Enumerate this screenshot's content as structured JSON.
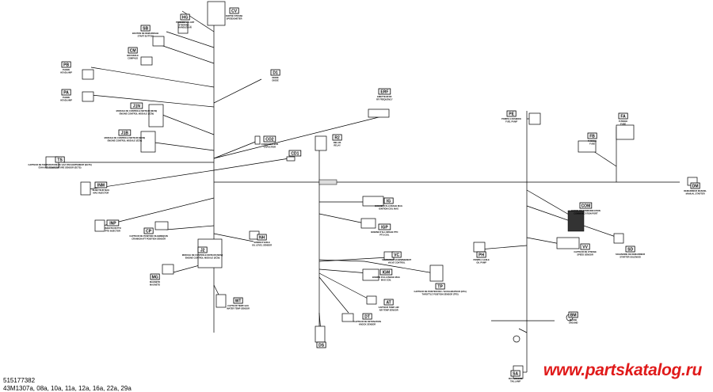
{
  "footer": {
    "part_number": "515177382",
    "model_line": "43M1307a, 08a, 10a, 11a, 12a, 16a, 22a, 29a"
  },
  "watermark": "www.partskatalog.ru",
  "colors": {
    "watermark": "#e01a1a",
    "line": "#000000"
  },
  "components": [
    {
      "id": "CV",
      "lines": [
        "SORTIE VITESSE",
        "SPEEDOMETER"
      ]
    },
    {
      "id": "HG",
      "lines": [
        "POIGNEE VOLANT",
        "STEERING ...",
        "HANDLEBAR"
      ]
    },
    {
      "id": "SB",
      "lines": [
        "BOUTON DE DEMARRAGE",
        "START BUTTON"
      ]
    },
    {
      "id": "CM",
      "lines": [
        "BOUSSOLE",
        "COMPASS"
      ]
    },
    {
      "id": "PB",
      "lines": [
        "PHARE",
        "HEADLAMP"
      ]
    },
    {
      "id": "PA",
      "lines": [
        "PHARE",
        "HEADLAMP"
      ]
    },
    {
      "id": "D1",
      "lines": [
        "DIODE",
        "DIODE"
      ]
    },
    {
      "id": "ERF",
      "lines": [
        "EMETTEUR RF",
        "RF FREQUENCY"
      ]
    },
    {
      "id": "J1N",
      "lines": [
        "MODULE DE CONTROLE MOTEUR (MCM)",
        "ENGINE CONTROL MODULE (ECM)"
      ]
    },
    {
      "id": "J1B",
      "lines": [
        "MODULE DE CONTROLE MOTEUR (MCM)",
        "ENGINE CONTROL MODULE (ECM)"
      ]
    },
    {
      "id": "CO2",
      "lines": [
        "CONDENSATEUR",
        "CAPACITOR"
      ]
    },
    {
      "id": "CD1",
      "lines": []
    },
    {
      "id": "R2",
      "lines": [
        "RELAIS",
        "RELAY"
      ]
    },
    {
      "id": "TS",
      "lines": [
        "CAPTEUR DE TEMPERATURE DE GAZ D'ECHAPPEMENT (EGTS)",
        "EXHAUST TEMPERATURE SENSOR (EGTS)"
      ]
    },
    {
      "id": "INM",
      "lines": [
        "INJECTEUR MAG",
        "MAG INJECTOR"
      ]
    },
    {
      "id": "INP",
      "lines": [
        "INJECTEUR PTO",
        "PTO INJECTOR"
      ]
    },
    {
      "id": "CP",
      "lines": [
        "CAPTEUR DE POSITION VILEBREQUIN",
        "CRANKSHAFT POSITION SENSOR"
      ]
    },
    {
      "id": "NH",
      "lines": [
        "SONDE D'HUILE",
        "OIL LEVEL SENSOR"
      ]
    },
    {
      "id": "J2",
      "lines": [
        "MODULE DE CONTROLE MOTEUR (MCM)",
        "ENGINE CONTROL MODULE (ECM)"
      ]
    },
    {
      "id": "MG",
      "lines": [
        "MAGNETO",
        "MAGNETO"
      ]
    },
    {
      "id": "WT",
      "lines": [
        "CAPTEUR TEMP. EAU",
        "WATER TEMP SENSOR"
      ]
    },
    {
      "id": "IG",
      "lines": [
        "BOBINE D'ALLUMAGE MAG",
        "IGNITION COIL MAG"
      ]
    },
    {
      "id": "IGP",
      "lines": [
        "BOBINE D'ALLUMAGE PTO",
        "PTO COIL"
      ]
    },
    {
      "id": "VC",
      "lines": [
        "SOUPAPE D'ACHEMINEMENT",
        "VALVE CONTROL"
      ]
    },
    {
      "id": "IGM",
      "lines": [
        "BOBINE D'ALLUMAGE MAG",
        "MAG COIL"
      ]
    },
    {
      "id": "AT",
      "lines": [
        "CAPTEUR TEMP. AIR",
        "AIR TEMP SENSOR"
      ]
    },
    {
      "id": "DT",
      "lines": [
        "CAPTEUR DE DETONATION",
        "KNOCK SENSOR"
      ]
    },
    {
      "id": "DS",
      "lines": []
    },
    {
      "id": "TP",
      "lines": [
        "CAPTEUR DE POSITION DE L'ACCELERATEUR (CPA)",
        "THROTTLE POSITION SENSOR (TPS)"
      ]
    },
    {
      "id": "PE",
      "lines": [
        "POMPE A ESSENCE",
        "FUEL PUMP"
      ]
    },
    {
      "id": "FB",
      "lines": [
        "FUSIBLE",
        "FUSE"
      ]
    },
    {
      "id": "FA",
      "lines": [
        "FUSIBLE",
        "FUSE"
      ]
    },
    {
      "id": "DM",
      "lines": [
        "DEMARREUR MANUEL",
        "MANUAL STARTER"
      ]
    },
    {
      "id": "COM",
      "lines": [
        "BORNE DE COMMUNICATION",
        "COMMUNICATION PORT"
      ]
    },
    {
      "id": "SD",
      "lines": [
        "SOLENOIDE DE DEMARREUR",
        "STARTER SOLENOID"
      ]
    },
    {
      "id": "PH",
      "lines": [
        "POMPE A HUILE",
        "OIL PUMP"
      ]
    },
    {
      "id": "VV",
      "lines": [
        "CAPTEUR DE VITESSE",
        "SPEED SENSOR"
      ]
    },
    {
      "id": "BM",
      "lines": [
        "MASSE",
        "GROUND"
      ]
    },
    {
      "id": "SA",
      "lines": [
        "FEU ARRIERE",
        "TAILLAMP"
      ]
    }
  ]
}
